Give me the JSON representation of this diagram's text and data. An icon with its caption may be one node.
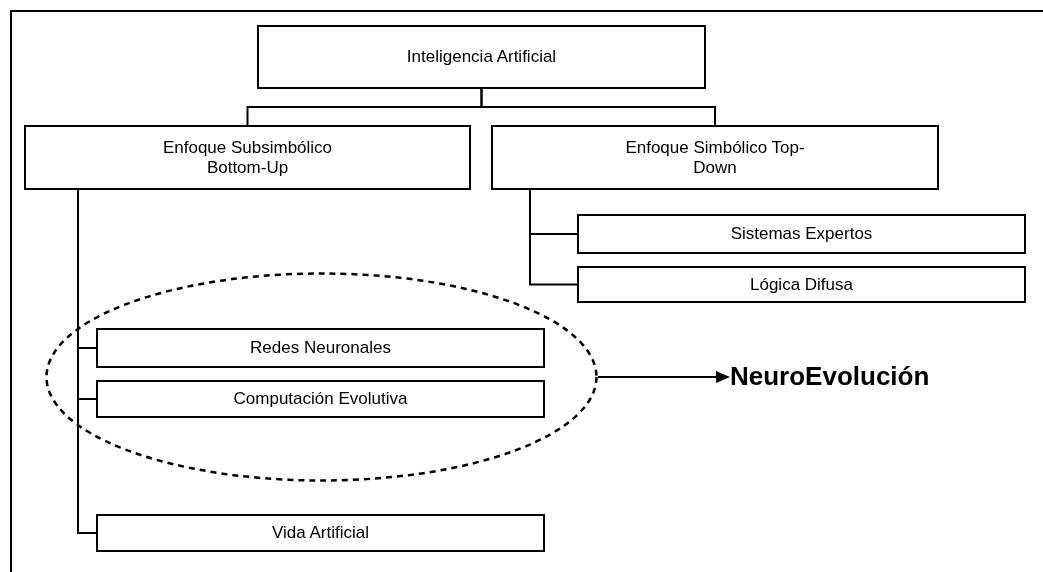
{
  "diagram": {
    "nodes": [
      {
        "text": [
          "Inteligencia Artificial"
        ]
      },
      {
        "text": [
          "Enfoque Subsimbólico Bottom-Up"
        ]
      },
      {
        "text": [
          "Enfoque Simbólico Top-Down"
        ]
      },
      {
        "text": [
          "Sistemas Expertos"
        ]
      },
      {
        "text": [
          "Lógica Difusa"
        ]
      },
      {
        "text": [],
        "shape": "ellipse"
      },
      {
        "text": [
          "Redes Neuronales"
        ],
        "in": 5
      },
      {
        "text": [
          "Computación Evolutiva"
        ],
        "in": 5
      },
      {
        "text": [
          "NeuroEvolución"
        ]
      },
      {
        "text": [
          "Vida Artificial"
        ]
      }
    ],
    "edges": [
      {
        "from": 0,
        "to": 1,
        "arrow": "none"
      },
      {
        "from": 0,
        "to": 2,
        "arrow": "none"
      },
      {
        "from": 2,
        "to": 3,
        "arrow": "none"
      },
      {
        "from": 2,
        "to": 4,
        "arrow": "none"
      },
      {
        "from": 1,
        "to": 6,
        "arrow": "none"
      },
      {
        "from": 1,
        "to": 7,
        "arrow": "none"
      },
      {
        "from": 1,
        "to": 9,
        "arrow": "none"
      },
      {
        "from": 5,
        "to": 8,
        "arrow": "to"
      }
    ]
  }
}
